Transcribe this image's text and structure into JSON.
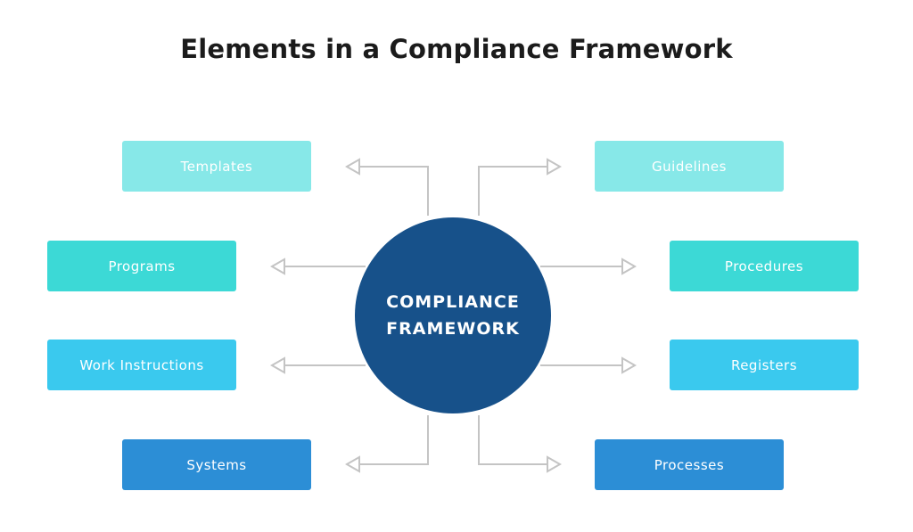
{
  "title": "Elements in a Compliance Framework",
  "center": {
    "label": "COMPLIANCE FRAMEWORK",
    "color": "#17518a"
  },
  "connector_color": "#c4c4c4",
  "nodes": [
    {
      "id": "templates",
      "label": "Templates",
      "color": "#87e8e8"
    },
    {
      "id": "guidelines",
      "label": "Guidelines",
      "color": "#87e8e8"
    },
    {
      "id": "programs",
      "label": "Programs",
      "color": "#3cd9d6"
    },
    {
      "id": "procedures",
      "label": "Procedures",
      "color": "#3cd9d6"
    },
    {
      "id": "work-instructions",
      "label": "Work Instructions",
      "color": "#3ac9ee"
    },
    {
      "id": "registers",
      "label": "Registers",
      "color": "#3ac9ee"
    },
    {
      "id": "systems",
      "label": "Systems",
      "color": "#2c8ed6"
    },
    {
      "id": "processes",
      "label": "Processes",
      "color": "#2c8ed6"
    }
  ],
  "edges": [
    {
      "from": "compliance-framework",
      "to": "templates"
    },
    {
      "from": "compliance-framework",
      "to": "guidelines"
    },
    {
      "from": "compliance-framework",
      "to": "programs"
    },
    {
      "from": "compliance-framework",
      "to": "procedures"
    },
    {
      "from": "compliance-framework",
      "to": "work-instructions"
    },
    {
      "from": "compliance-framework",
      "to": "registers"
    },
    {
      "from": "compliance-framework",
      "to": "systems"
    },
    {
      "from": "compliance-framework",
      "to": "processes"
    }
  ]
}
